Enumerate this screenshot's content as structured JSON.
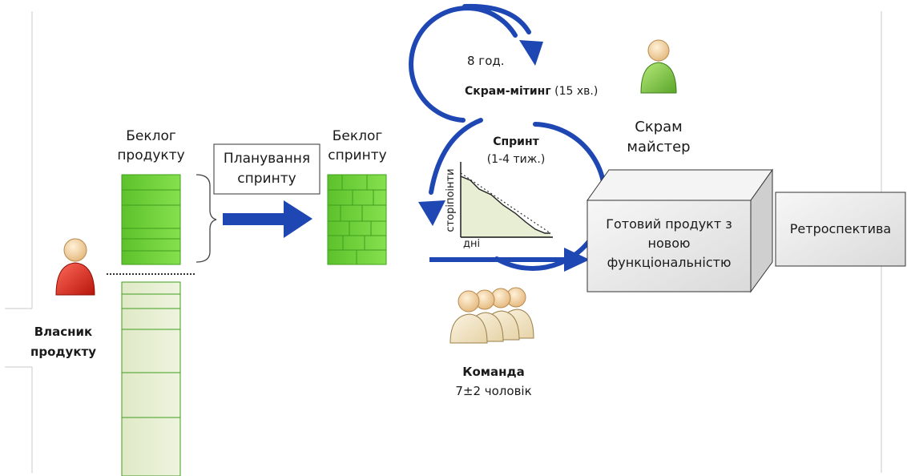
{
  "product_backlog": {
    "label_line1": "Беклог",
    "label_line2": "продукту"
  },
  "sprint_backlog": {
    "label_line1": "Беклог",
    "label_line2": "спринту"
  },
  "sprint_planning": {
    "line1": "Планування",
    "line2": "спринту"
  },
  "scrum_meeting": {
    "hours": "8 год.",
    "title": "Скрам-мітинг",
    "duration": "(15 хв.)"
  },
  "sprint": {
    "title": "Спринт",
    "duration": "(1-4 тиж.)"
  },
  "burndown": {
    "y_label": "сторіпоінти",
    "x_label": "дні"
  },
  "scrum_master": {
    "line1": "Скрам",
    "line2": "майстер"
  },
  "product_owner": {
    "line1": "Власник",
    "line2": "продукту"
  },
  "team": {
    "title": "Команда",
    "size": "7±2 чоловік"
  },
  "finished_product": {
    "line1": "Готовий продукт з",
    "line2": "новою",
    "line3": "функціональністю"
  },
  "retrospective": {
    "label": "Ретроспектива"
  },
  "colors": {
    "arrow_blue": "#1f47b4",
    "backlog_green": "#6fd13a",
    "backlog_light": "#e6efcf",
    "grid_green": "#3f9e1e",
    "owner_red": "#d52b1e",
    "master_green": "#7cc342",
    "team_cream": "#f1e3c2",
    "box_gray": "#ececec"
  }
}
